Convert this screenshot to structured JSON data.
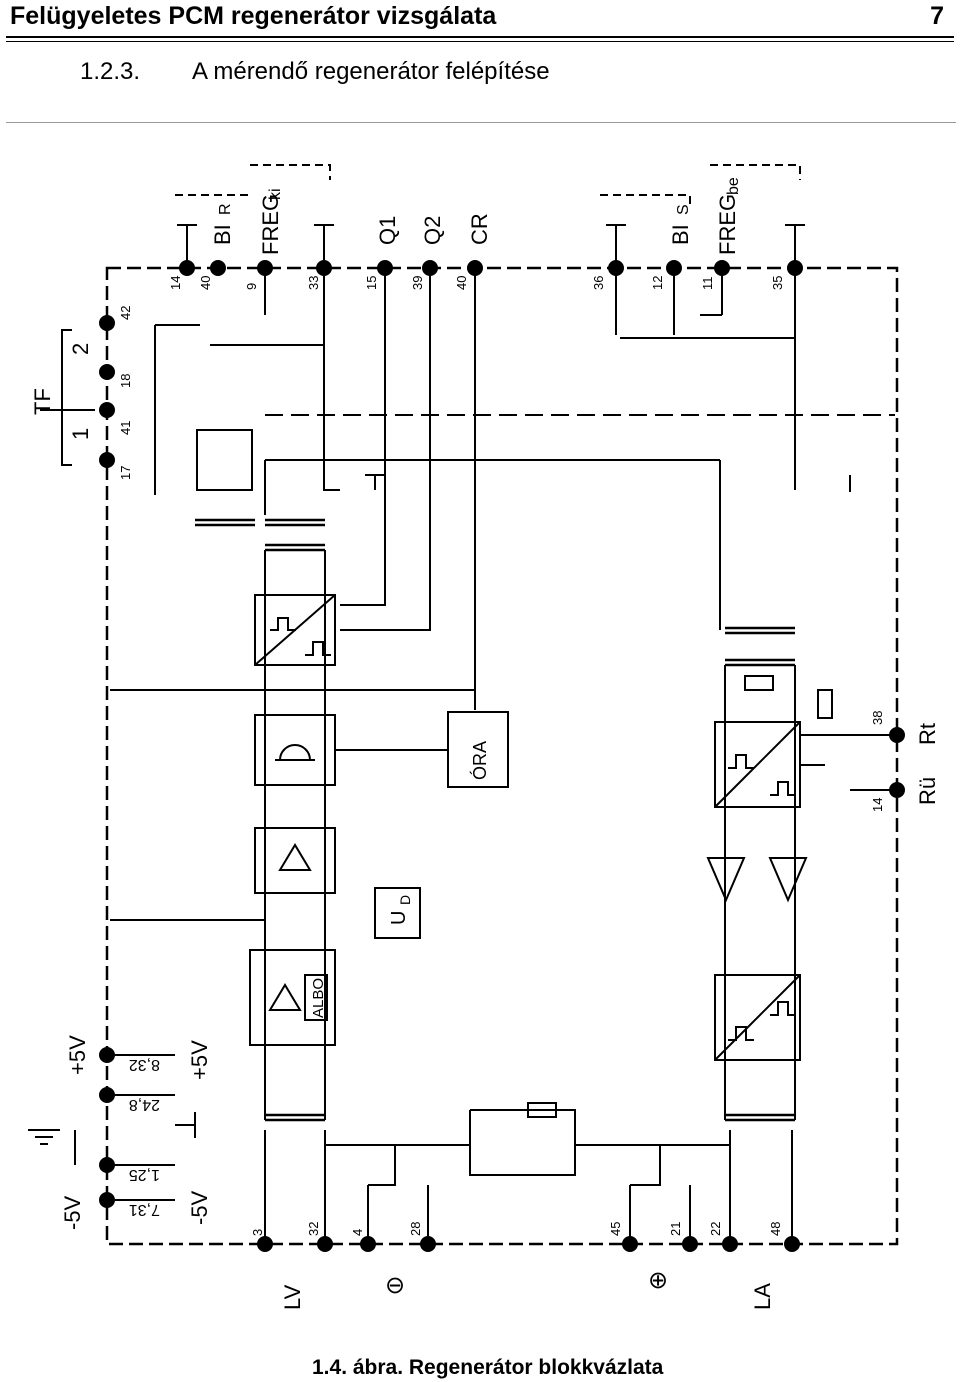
{
  "header": {
    "title": "Felügyeletes PCM regenerátor vizsgálata",
    "page_number": "7"
  },
  "section": {
    "number": "1.2.3.",
    "title": "A mérendő regenerátor felépítése"
  },
  "diagram": {
    "top_labels": [
      "BI",
      "FREG",
      "Q1",
      "Q2",
      "CR",
      "BI",
      "FREG"
    ],
    "top_label_subscripts": [
      "R",
      "ki",
      "S",
      "be"
    ],
    "left_labels": [
      "TF",
      "1",
      "2",
      "+5V",
      "-5V",
      "+5V",
      "-5V"
    ],
    "left_values": [
      "8,32",
      "24,8",
      "1,25",
      "7,31"
    ],
    "pin_numbers": [
      "14",
      "40",
      "9",
      "33",
      "15",
      "39",
      "40",
      "36",
      "12",
      "11",
      "35",
      "42",
      "18",
      "41",
      "17",
      "38",
      "14",
      "3",
      "32",
      "4",
      "28",
      "45",
      "21",
      "22",
      "48"
    ],
    "block_labels": [
      "ÓRA",
      "ALBO",
      "U",
      "D"
    ],
    "right_labels": [
      "Rt",
      "Rü"
    ],
    "bottom_labels": [
      "LV",
      "LA"
    ],
    "bottom_symbols": [
      "⊖",
      "⊕"
    ]
  },
  "caption": "1.4. ábra. Regenerátor blokkvázlata"
}
